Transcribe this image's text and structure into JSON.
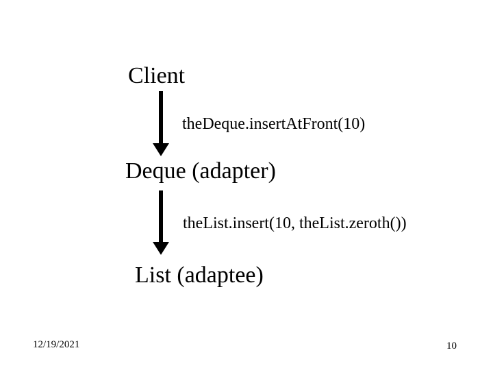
{
  "slide": {
    "diagram": {
      "nodes": [
        {
          "id": "client",
          "label": "Client"
        },
        {
          "id": "deque",
          "label": "Deque (adapter)"
        },
        {
          "id": "list",
          "label": "List (adaptee)"
        }
      ],
      "calls": [
        {
          "id": "call1",
          "label": "theDeque.insertAtFront(10)"
        },
        {
          "id": "call2",
          "label": "theList.insert(10, theList.zeroth())"
        }
      ],
      "arrows": [
        {
          "from": "Client",
          "to": "Deque (adapter)"
        },
        {
          "from": "Deque (adapter)",
          "to": "List (adaptee)"
        }
      ]
    },
    "footer": {
      "date": "12/19/2021",
      "page_number": "10"
    }
  },
  "colors": {
    "background": "#ffffff",
    "text": "#000000",
    "arrow": "#000000"
  }
}
